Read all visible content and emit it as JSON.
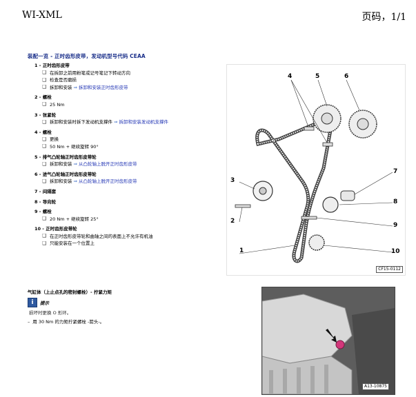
{
  "header": {
    "left": "WI-XML",
    "right": "页码，1/1"
  },
  "title": "装配一览 - 正时齿形皮带，发动机型号代码 CEAA",
  "parts": [
    {
      "num": "1",
      "name": "正时齿形皮带",
      "lines": [
        {
          "text": "在拆卸之前用粉笔或记号笔记下转动方向"
        },
        {
          "text": "检查是否磨损"
        },
        {
          "text": "拆卸和安装",
          "link": "拆卸和安装正时齿形皮带"
        }
      ]
    },
    {
      "num": "2",
      "name": "螺栓",
      "lines": [
        {
          "text": "25 Nm"
        }
      ]
    },
    {
      "num": "3",
      "name": "张紧轮",
      "lines": [
        {
          "text": "拆卸和安装时拆下发动机支撑件",
          "link": "拆卸和安装发动机支撑件"
        }
      ]
    },
    {
      "num": "4",
      "name": "螺栓",
      "lines": [
        {
          "text": "更换"
        },
        {
          "text": "50 Nm + 继续旋转 90°"
        }
      ]
    },
    {
      "num": "5",
      "name": "排气凸轮轴正时齿形皮带轮",
      "lines": [
        {
          "text": "拆卸和安装",
          "link": "从凸轮轴上脱开正时齿形皮带"
        }
      ]
    },
    {
      "num": "6",
      "name": "进气凸轮轴正时齿形皮带轮",
      "lines": [
        {
          "text": "拆卸和安装",
          "link": "从凸轮轴上脱开正时齿形皮带"
        }
      ]
    },
    {
      "num": "7",
      "name": "间隔套",
      "lines": []
    },
    {
      "num": "8",
      "name": "导向轮",
      "lines": []
    },
    {
      "num": "9",
      "name": "螺栓",
      "lines": [
        {
          "text": "20 Nm + 继续旋转 25°"
        }
      ]
    },
    {
      "num": "10",
      "name": "正时齿形皮带轮",
      "lines": [
        {
          "text": "在正时齿形皮带轮和曲轴之间的表面上不允许有机油"
        },
        {
          "text": "只能安装在一个位置上"
        }
      ]
    }
  ],
  "figure1": {
    "tag": "CF15-0112",
    "callouts": [
      "1",
      "2",
      "3",
      "4",
      "5",
      "6",
      "7",
      "8",
      "9",
      "10"
    ]
  },
  "section2": {
    "title": "气缸体（上止点孔的密封螺栓）- 拧紧力矩",
    "note_label": "提示",
    "note_text": "损坏时更换 O 形环。",
    "step_dash": "–",
    "step_text": "用 30 Nm 的力矩拧紧螺栓 -箭头-。"
  },
  "figure2": {
    "tag": "A13-10875"
  },
  "colors": {
    "title": "#1a2f8a",
    "link": "#2437b5",
    "info_icon": "#2f5aa0",
    "bolt": "#d2377a"
  },
  "icons": {
    "bullet": "square-bullet-icon",
    "arrow": "arrow-right-icon",
    "note": "info-icon"
  }
}
